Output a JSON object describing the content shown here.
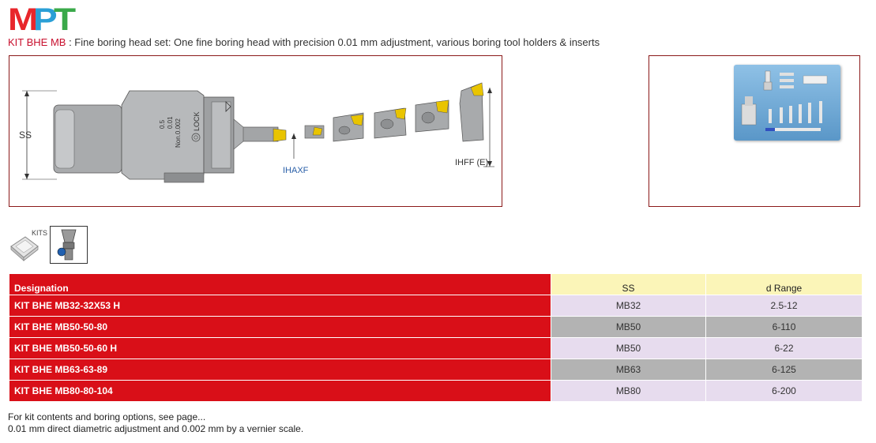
{
  "logo": {
    "letters": [
      "M",
      "P",
      "T"
    ],
    "colors": [
      "#e8262b",
      "#2a9fd6",
      "#3aa94a"
    ]
  },
  "header": {
    "code": "KIT BHE MB",
    "separator": " : ",
    "description": "Fine boring head set: One fine boring head with precision 0.01 mm adjustment, various boring tool holders & inserts"
  },
  "drawing": {
    "label_ss": "SS",
    "label_ihaxf": "IHAXF",
    "label_ihff": "IHFF (E)",
    "head_marks": [
      "0.5",
      "0.01",
      "Non.0.002"
    ],
    "lock": "LOCK"
  },
  "icons": {
    "kits_label": "KITS"
  },
  "table": {
    "headers": [
      "Designation",
      "SS",
      "d Range"
    ],
    "rows": [
      {
        "designation": "KIT BHE MB32-32X53 H",
        "ss": "MB32",
        "range": "2.5-12"
      },
      {
        "designation": "KIT BHE MB50-50-80",
        "ss": "MB50",
        "range": "6-110"
      },
      {
        "designation": "KIT BHE MB50-50-60 H",
        "ss": "MB50",
        "range": "6-22"
      },
      {
        "designation": "KIT BHE MB63-63-89",
        "ss": "MB63",
        "range": "6-125"
      },
      {
        "designation": "KIT BHE MB80-80-104",
        "ss": "MB80",
        "range": "6-200"
      }
    ]
  },
  "notes": [
    "For kit contents and boring options, see page...",
    "0.01 mm direct diametric adjustment and 0.002 mm by a vernier scale."
  ],
  "colors": {
    "designation_red": "#d90f18",
    "header_yellow": "#fbf5b8",
    "row_lilac": "#e7dcee",
    "row_grey": "#b3b3b3",
    "frame": "#8b1a1a"
  }
}
